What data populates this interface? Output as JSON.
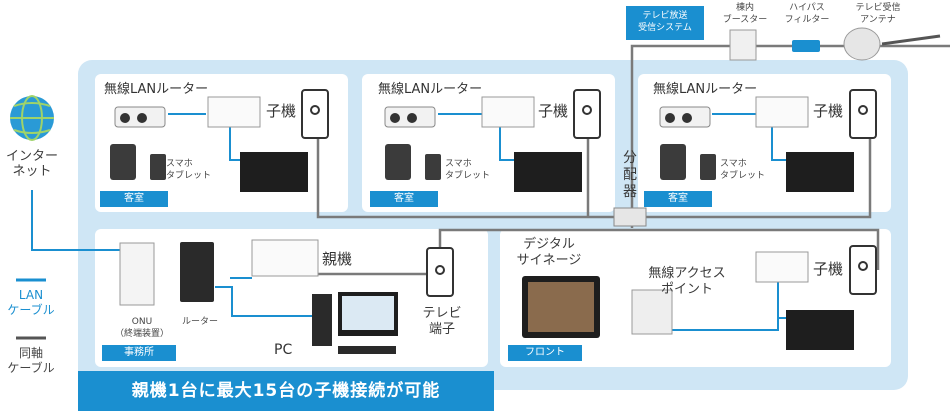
{
  "internet": {
    "label": "インター\nネット"
  },
  "legend": {
    "lan": "LAN\nケーブル",
    "coax": "同軸\nケーブル"
  },
  "banner": "親機1台に最大15台の子機接続が可能",
  "tv_system": {
    "tag": "テレビ放送\n受信システム",
    "booster": "棟内\nブースター",
    "highpass": "ハイパス\nフィルター",
    "antenna": "テレビ受信\nアンテナ"
  },
  "splitter": "分\n配\n器",
  "rooms": [
    {
      "router": "無線LANルーター",
      "child": "子機",
      "devices": "スマホ\nタブレット",
      "tag": "客室"
    },
    {
      "router": "無線LANルーター",
      "child": "子機",
      "devices": "スマホ\nタブレット",
      "tag": "客室"
    },
    {
      "router": "無線LANルーター",
      "child": "子機",
      "devices": "スマホ\nタブレット",
      "tag": "客室"
    }
  ],
  "office": {
    "onu": "ONU\n（終端装置）",
    "router": "ルーター",
    "parent": "親機",
    "pc": "PC",
    "terminal": "テレビ\n端子",
    "tag": "事務所"
  },
  "front": {
    "signage": "デジタル\nサイネージ",
    "ap": "無線アクセス\nポイント",
    "child": "子機",
    "tag": "フロント"
  },
  "colors": {
    "lan": "#1a8fd0",
    "coax": "#7a7a7a",
    "accent": "#1a8fd0",
    "panel": "#cfe6f5"
  }
}
